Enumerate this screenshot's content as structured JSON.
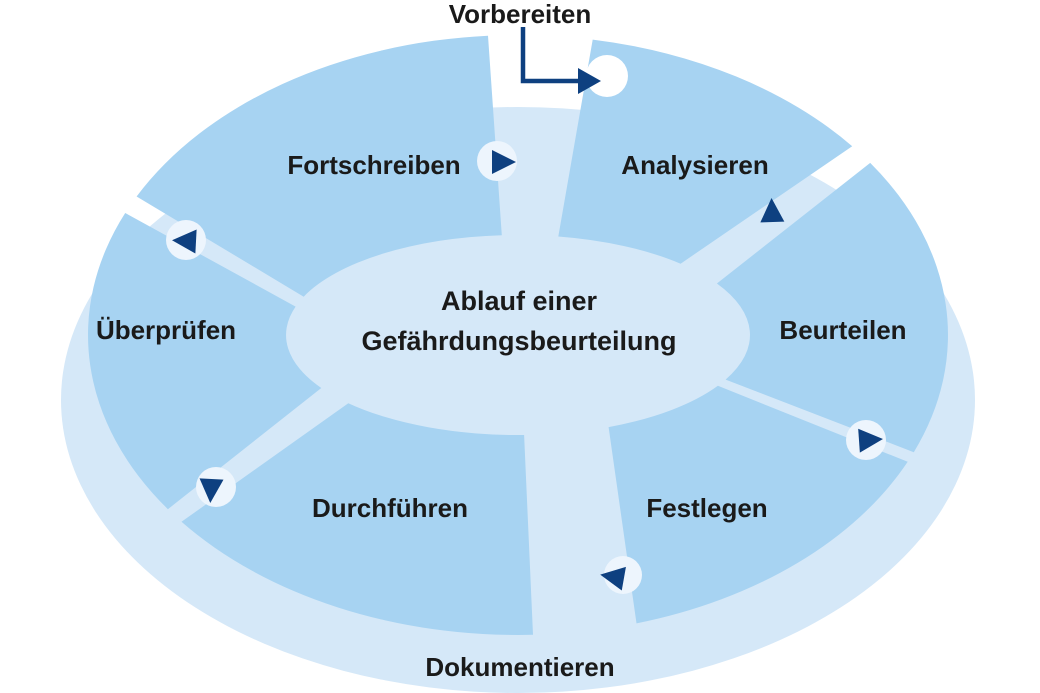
{
  "colors": {
    "page": "#ffffff",
    "ring_bg": "#d5e8f8",
    "wedge": "#a7d3f2",
    "notch": "#edf5fd",
    "arrow": "#0e4080",
    "text": "#1a1a1a"
  },
  "entry": {
    "label": "Vorbereiten"
  },
  "center": {
    "line1": "Ablauf einer",
    "line2": "Gefährdungsbeurteilung"
  },
  "ring_label": "Dokumentieren",
  "segments": [
    {
      "label": "Analysieren"
    },
    {
      "label": "Beurteilen"
    },
    {
      "label": "Festlegen"
    },
    {
      "label": "Durchführen"
    },
    {
      "label": "Überprüfen"
    },
    {
      "label": "Fortschreiben"
    }
  ]
}
